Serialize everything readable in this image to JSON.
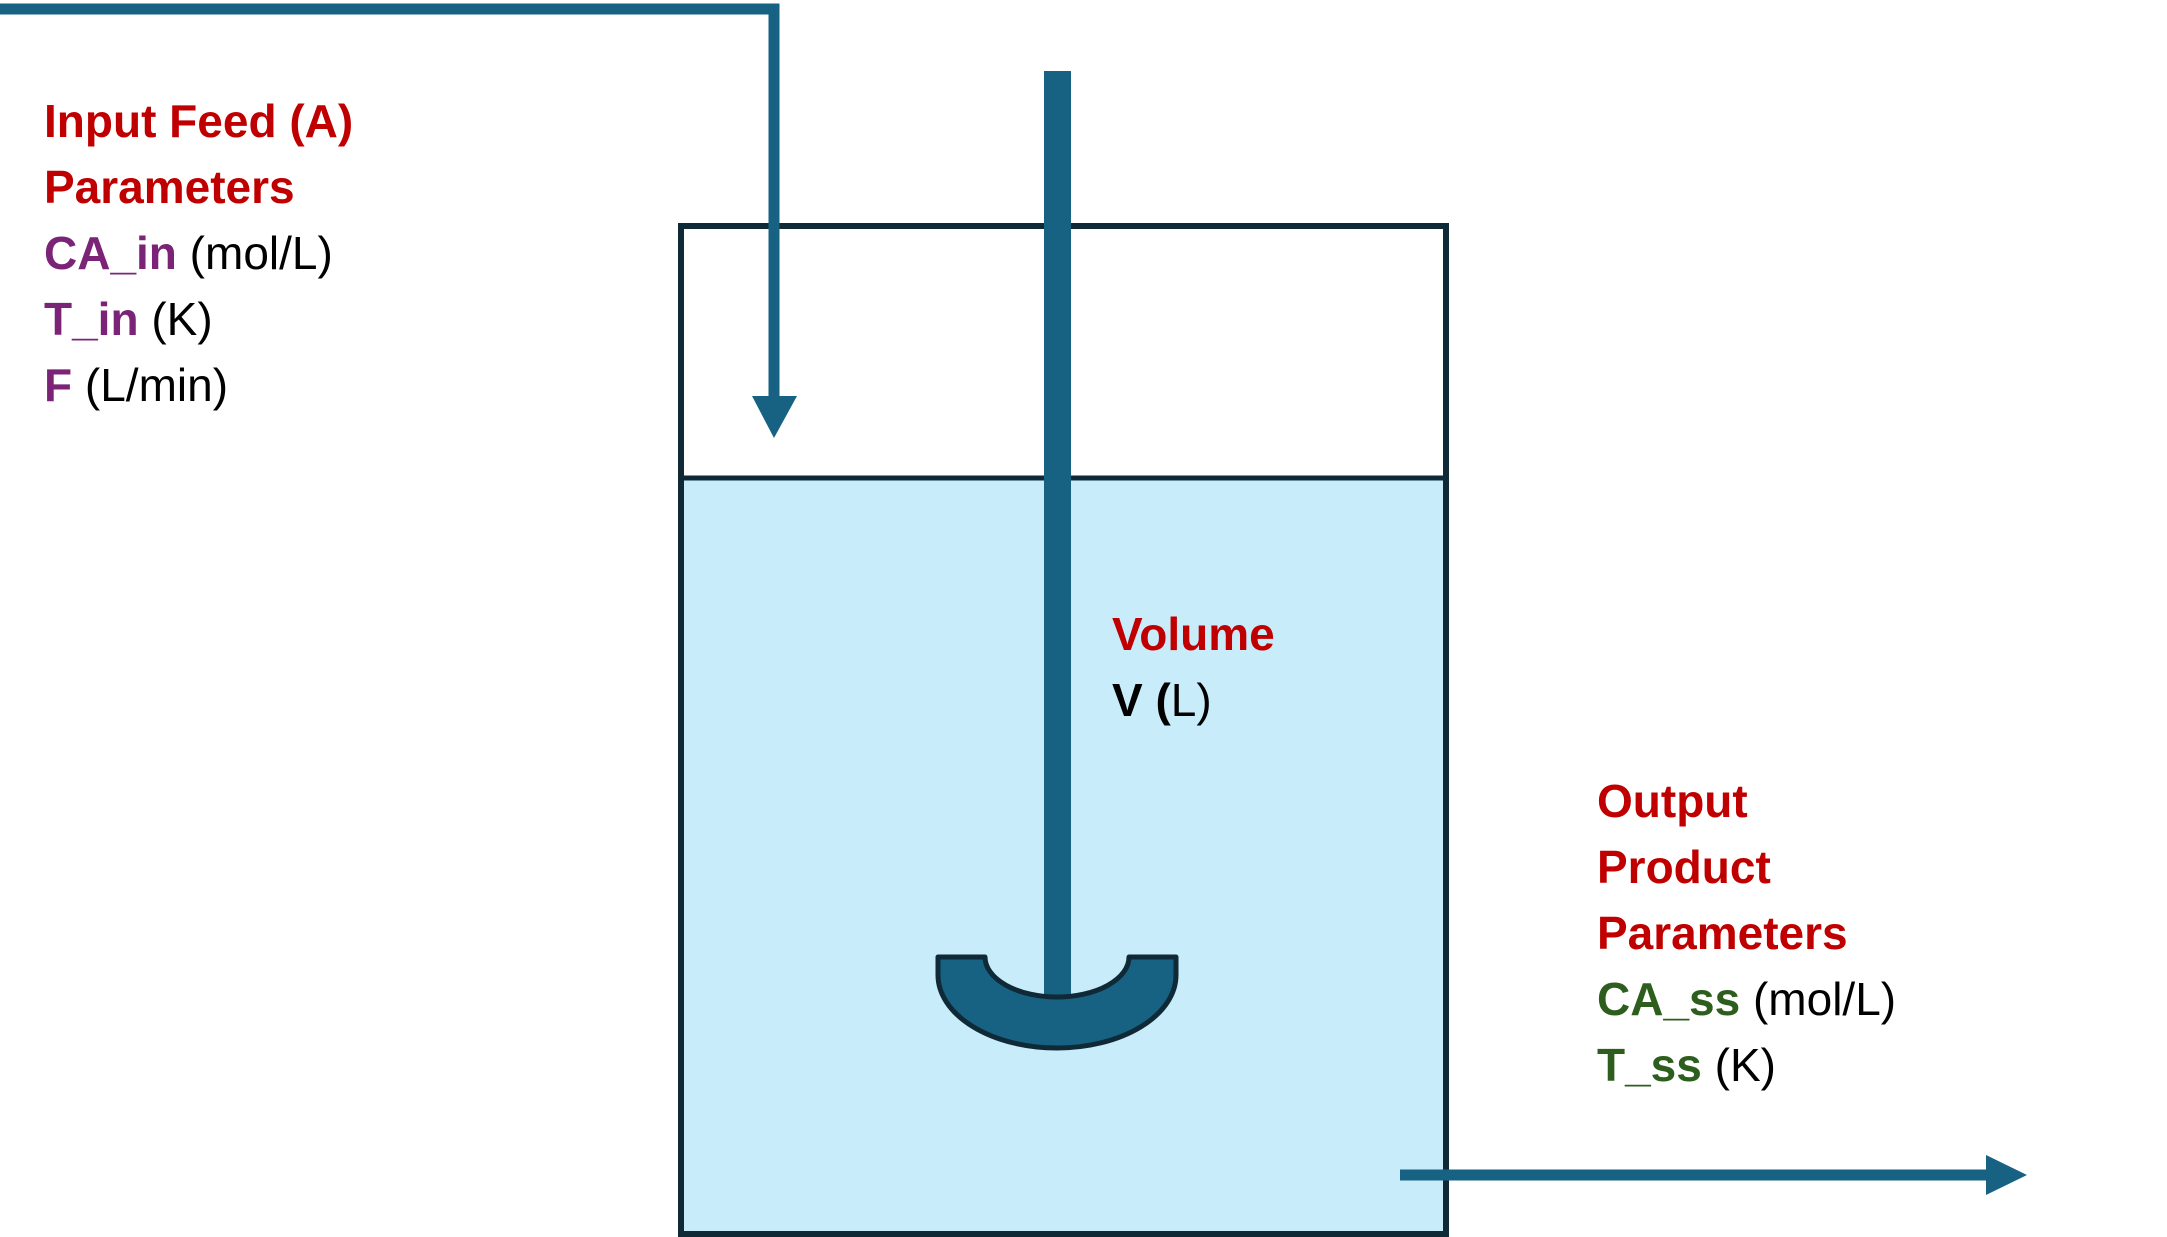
{
  "input": {
    "heading_line1": "Input Feed (A)",
    "heading_line2": "Parameters",
    "vars": [
      {
        "name": "CA_in",
        "unit": " (mol/L)"
      },
      {
        "name": "T_in",
        "unit": " (K)"
      },
      {
        "name": "F",
        "unit": " (L/min)"
      }
    ]
  },
  "volume": {
    "heading": "Volume",
    "var_name": "V (",
    "unit": "L)"
  },
  "output": {
    "heading_line1": "Output",
    "heading_line2": "Product",
    "heading_line3": "Parameters",
    "vars": [
      {
        "name": "CA_ss",
        "unit": " (mol/L)"
      },
      {
        "name": "T_ss",
        "unit": " (K)"
      }
    ]
  },
  "colors": {
    "pipe": "#176283",
    "tank_outline": "#0f2a36",
    "liquid": "#c9ecfa",
    "heading": "#c00000",
    "input_var": "#7a2377",
    "output_var": "#2e5e1e"
  },
  "icons": {
    "inlet_arrow": "arrow-down-icon",
    "outlet_arrow": "arrow-right-icon",
    "impeller": "impeller-icon"
  }
}
